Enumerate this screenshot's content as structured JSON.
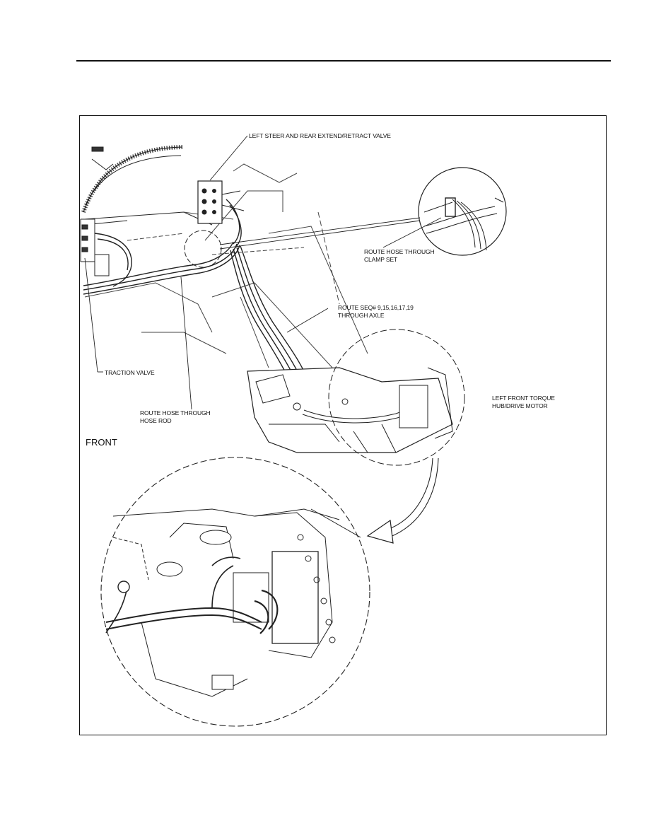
{
  "labels": {
    "valve": "LEFT STEER AND REAR EXTEND/RETRACT VALVE",
    "clamp_line1": "ROUTE HOSE THROUGH",
    "clamp_line2": "CLAMP SET",
    "route_line1": "ROUTE SEQ# 9,15,16,17,19",
    "route_line2": "THROUGH AXLE",
    "traction": "TRACTION VALVE",
    "hoserod_line1": "ROUTE HOSE THROUGH",
    "hoserod_line2": "HOSE ROD",
    "hub_line1": "LEFT FRONT TORQUE",
    "hub_line2": "HUB/DRIVE MOTOR",
    "front": "FRONT"
  }
}
